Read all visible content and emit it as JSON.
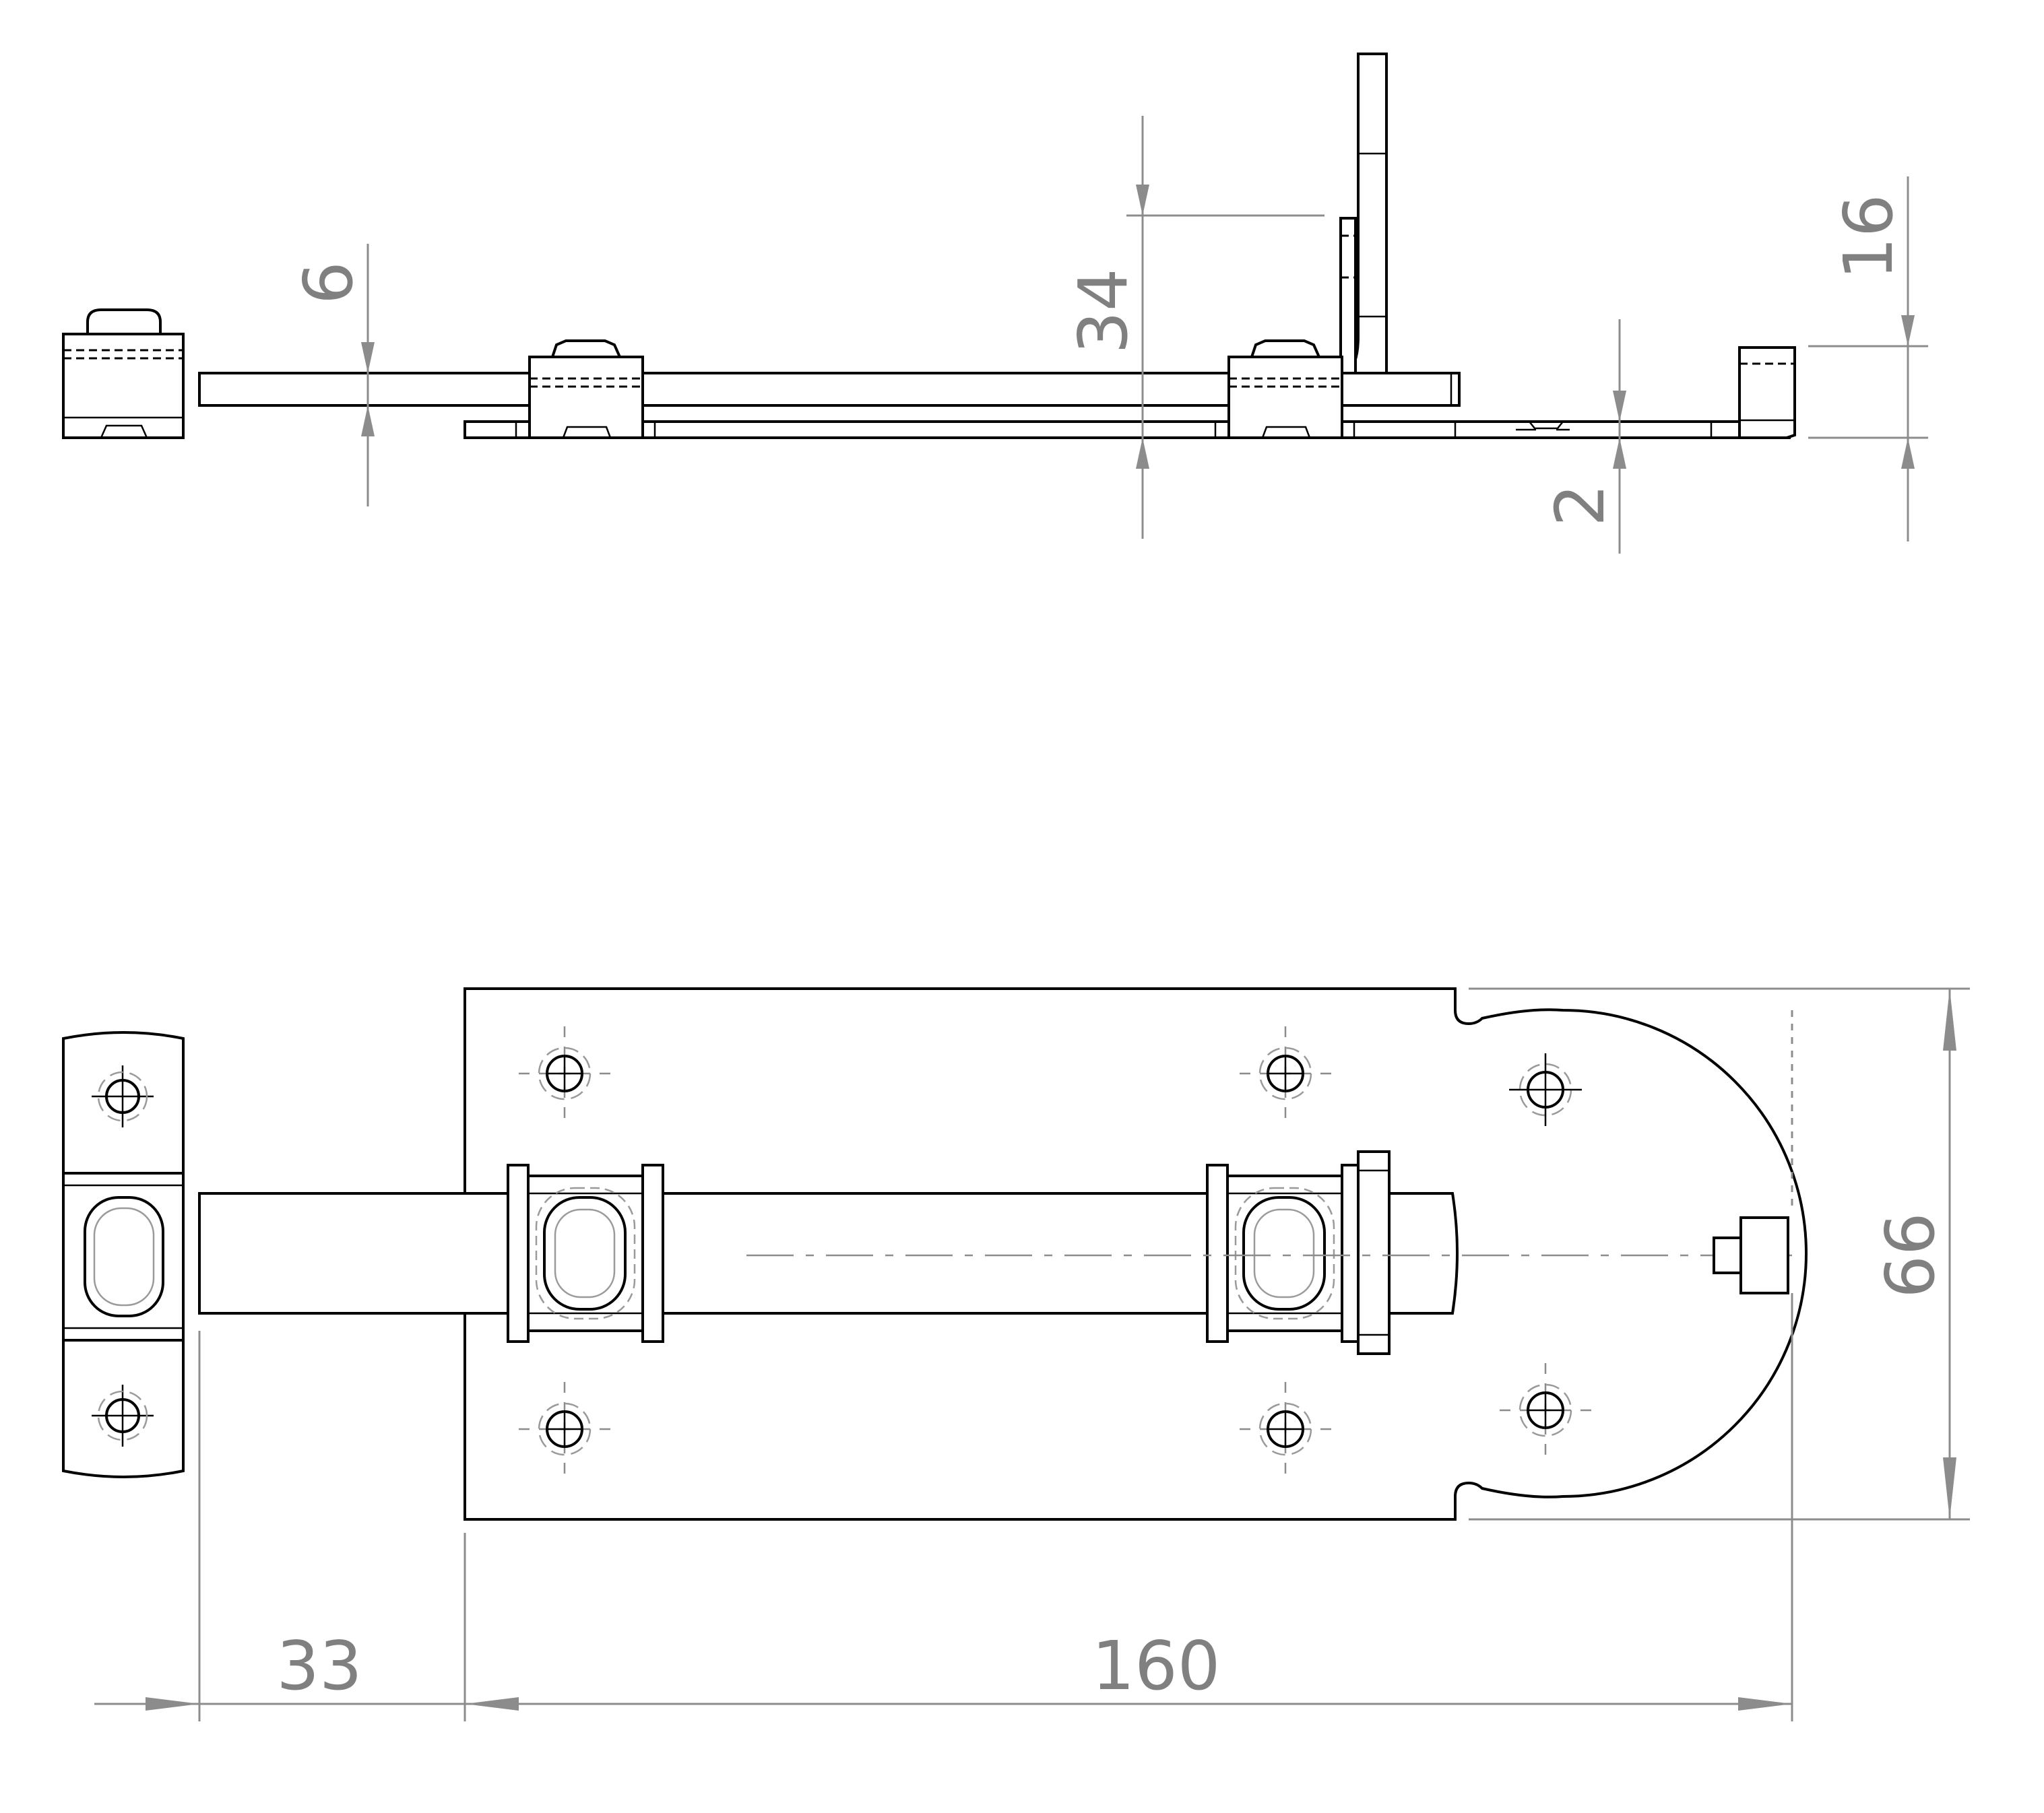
{
  "dimensions": {
    "bolt_thickness": "6",
    "height_34": "34",
    "hook_height": "16",
    "plate_thickness": "2",
    "plate_width": "66",
    "keeper_offset": "33",
    "plate_length": "160"
  },
  "colors": {
    "outline": "#000000",
    "dimension": "#808080",
    "background": "#ffffff"
  }
}
